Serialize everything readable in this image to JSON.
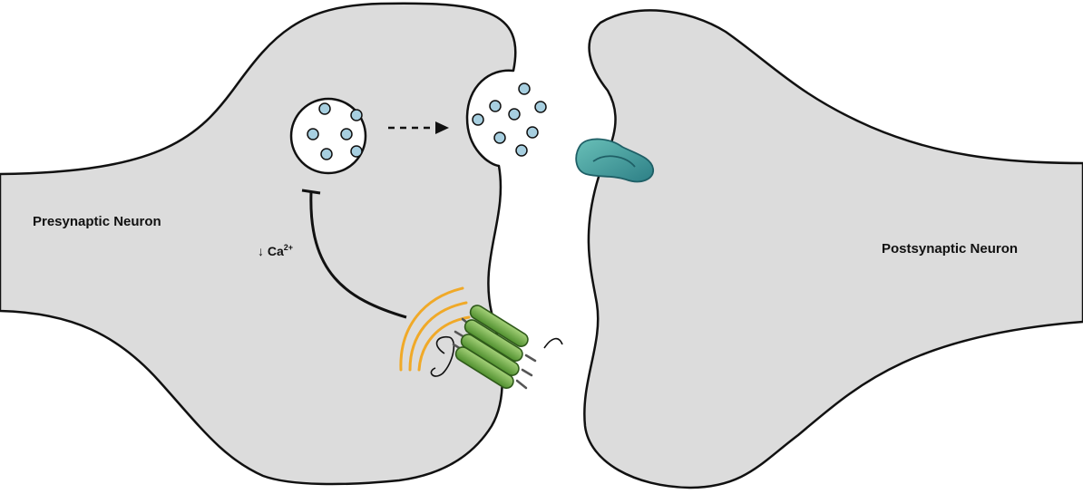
{
  "diagram": {
    "presynaptic_label": "Presynaptic Neuron",
    "postsynaptic_label": "Postsynaptic Neuron",
    "calcium": {
      "arrow": "↓",
      "symbol": "Ca",
      "charge": "2+"
    }
  },
  "colors": {
    "cell_fill": "#dcdcdc",
    "outline": "#111111",
    "vesicle_fill": "#ffffff",
    "neurotransmitter": "#a7cfe0",
    "receptor": "#3f9c9a",
    "ion_channel": "#7db44a",
    "signal_arcs": "#f0a928"
  },
  "icons": {
    "receptor": "postsynaptic-receptor-icon",
    "channel": "membrane-ion-channel-icon",
    "signal": "signal-waves-icon"
  }
}
